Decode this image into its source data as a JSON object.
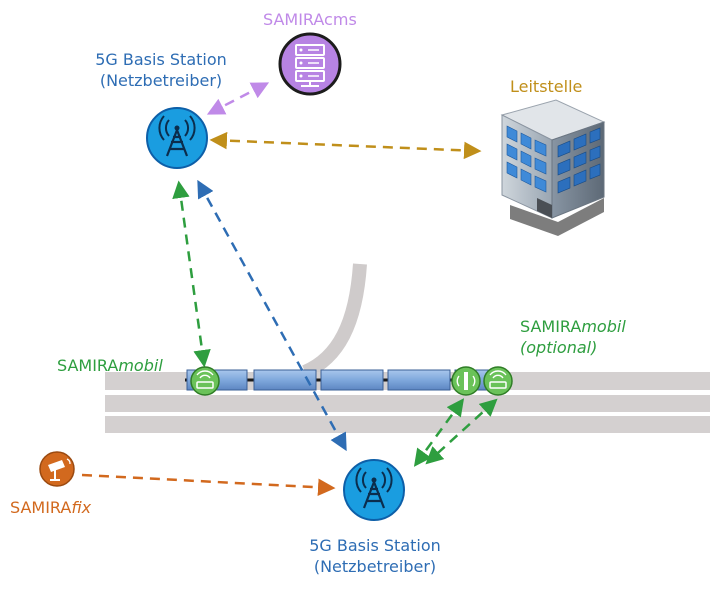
{
  "colors": {
    "blue": "#2e6db4",
    "purple": "#c08ae8",
    "gold": "#c08f1a",
    "green": "#2e9e3f",
    "orange": "#d2691e"
  },
  "labels": {
    "station_top": {
      "line1": "5G Basis Station",
      "line2": "(Netzbetreiber)"
    },
    "cms": "SAMIRAcms",
    "leitstelle": "Leitstelle",
    "mobil_left": {
      "main": "SAMIRA",
      "italic": "mobil"
    },
    "mobil_right": {
      "main": "SAMIRA",
      "italic": "mobil",
      "line2": "(optional)"
    },
    "fix": {
      "main": "SAMIRA",
      "italic": "fix"
    },
    "station_bottom": {
      "line1": "5G Basis Station",
      "line2": "(Netzbetreiber)"
    }
  },
  "icons": {
    "station_top": "cell-tower-icon",
    "station_bottom": "cell-tower-icon",
    "cms": "server-icon",
    "leitstelle": "office-building-icon",
    "router": "wifi-router-icon",
    "fix": "camera-icon"
  }
}
